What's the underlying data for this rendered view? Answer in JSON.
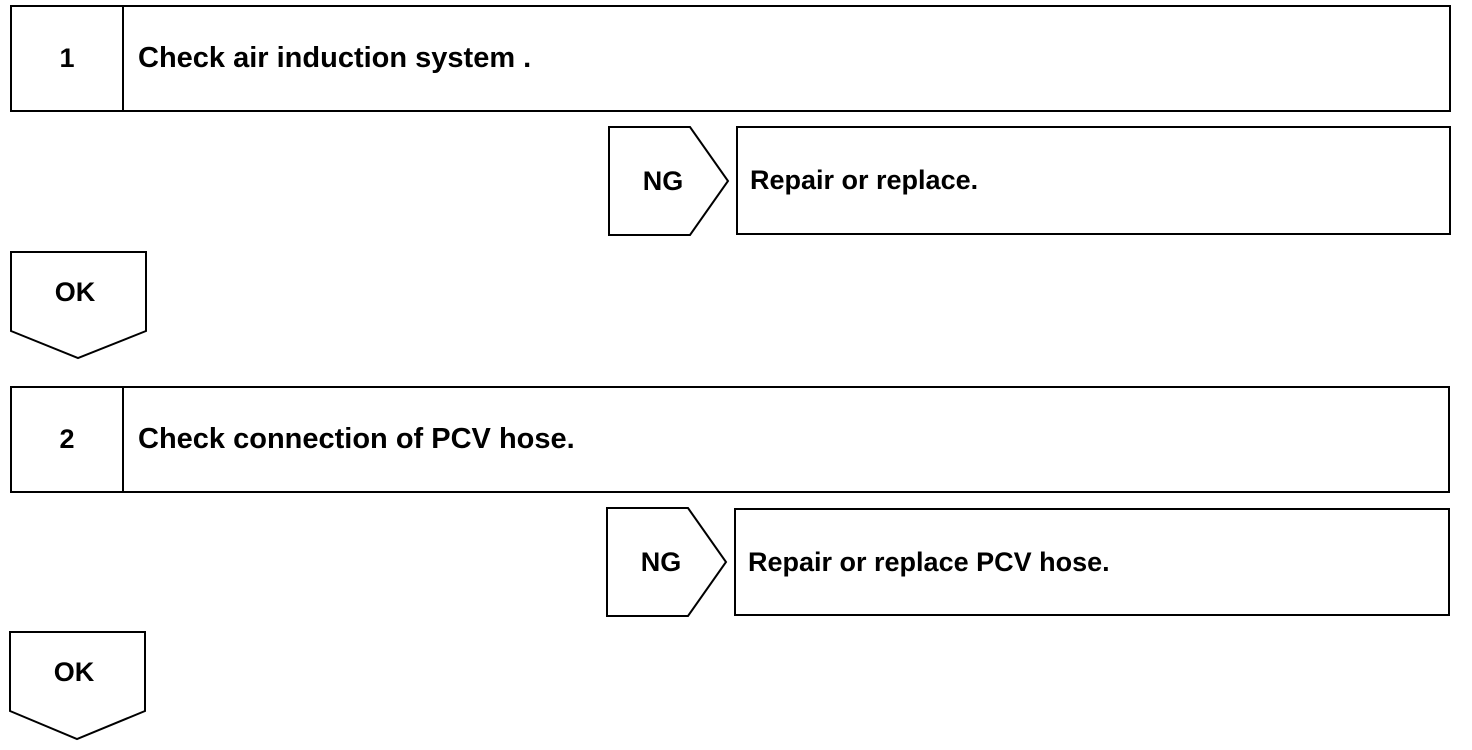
{
  "steps": [
    {
      "number": "1",
      "title": "Check air induction system .",
      "ng_label": "NG",
      "ng_action": "Repair or replace.",
      "ok_label": "OK"
    },
    {
      "number": "2",
      "title": "Check connection of PCV hose.",
      "ng_label": "NG",
      "ng_action": "Repair or replace PCV hose.",
      "ok_label": "OK"
    }
  ]
}
